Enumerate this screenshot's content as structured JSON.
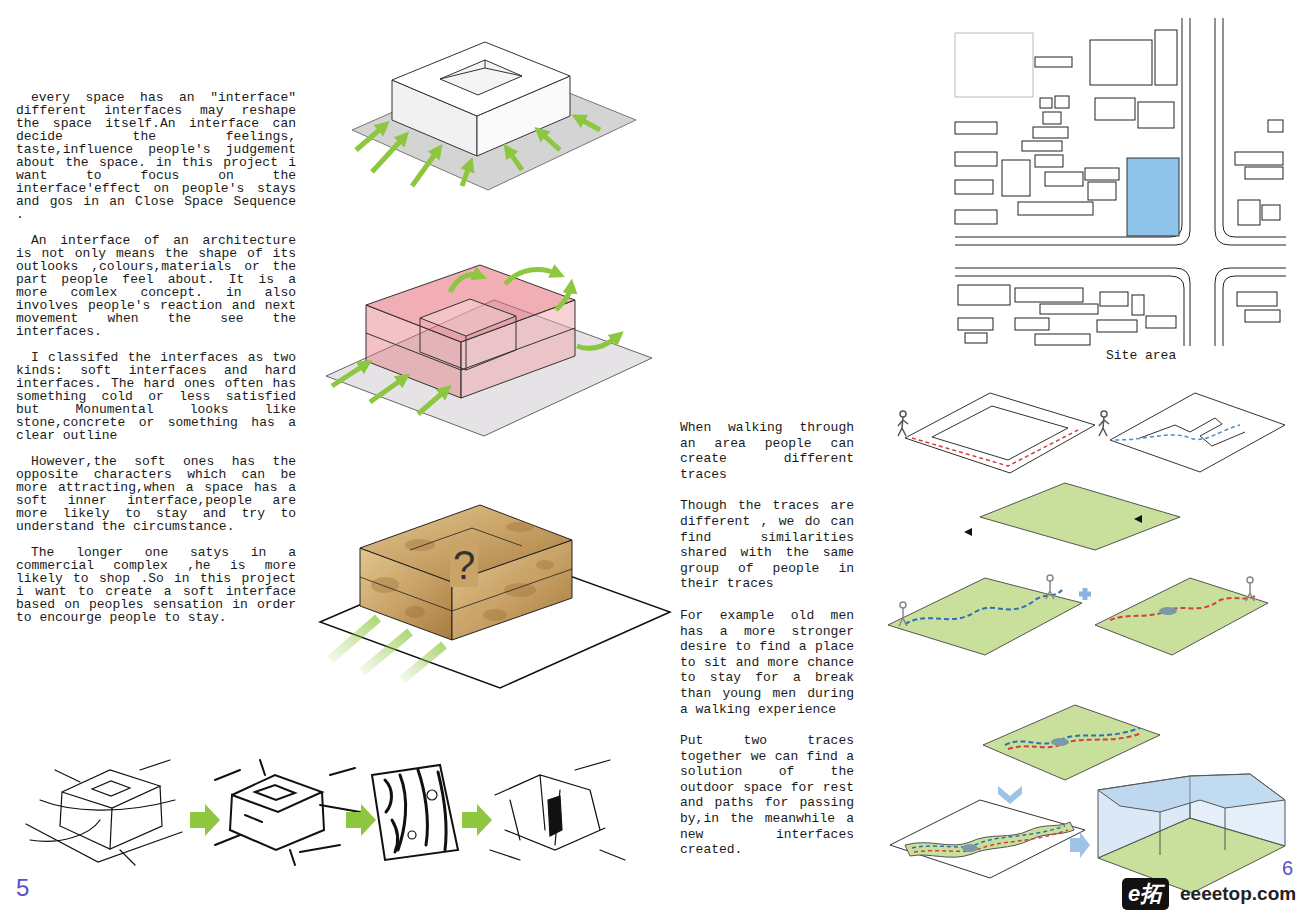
{
  "diagram": {
    "nodes": [
      {
        "text": [
          "e拓"
        ]
      }
    ],
    "labels": [
      "every space has an \"interface\" different interfaces may reshape the space itself.An interface can decide the feelings, taste,influence people's judgement about the space. in this project i want to focus on the interface'effect on people's stays and gos in an Close Space Sequence .",
      "An interface of an architecture is not only means the shape of its outlooks ,colours,materials or the part people feel about. It is a more comlex concept. in also involves people's reaction and next movement when the see the interfaces.",
      "I classifed the interfaces as two kinds: soft interfaces and hard interfaces. The hard ones often has something cold or less satisfied but Monumental looks like stone,concrete or something has a clear outline",
      "However,the soft ones has the opposite characters which can be more attracting,when a space has a soft inner interface,people are more likely to stay and try to understand the circumstance.",
      "The longer one satys in a commercial complex ,he is more likely to shop .So in this project i want to create a soft interface based on peoples sensation in order to encourge people to stay.",
      "?",
      "Site area",
      "When walking through an area people can create different traces",
      "Though the traces are different , we do can find similarities shared with the same group of people in their traces",
      "For example old men has a more stronger desire to find a place to sit and more chance to stay for a break than young men during a walking experience",
      "Put two traces together we can find a solution of the outdoor space for rest and paths for passing by,in the meanwhile a new interfaces created.",
      "5",
      "eeeetop.com",
      "6"
    ]
  }
}
